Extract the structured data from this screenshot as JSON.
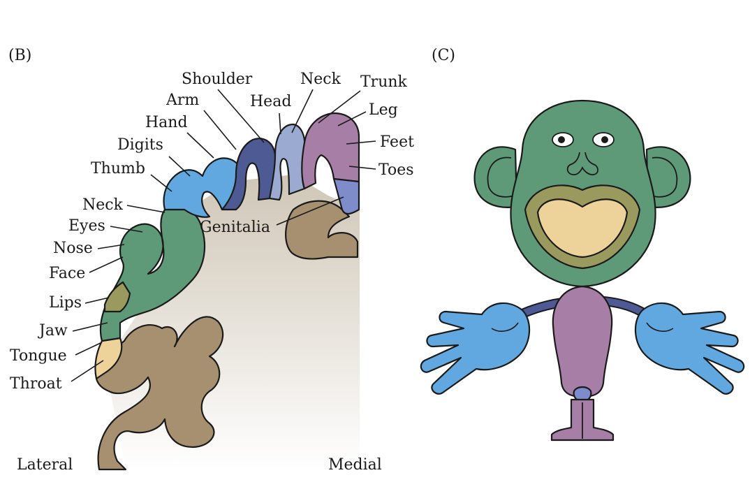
{
  "panels": {
    "b_label": "(B)",
    "c_label": "(C)"
  },
  "cortex_labels": {
    "shoulder": "Shoulder",
    "arm": "Arm",
    "hand": "Hand",
    "digits": "Digits",
    "thumb": "Thumb",
    "neck_upper": "Neck",
    "head": "Head",
    "neck_lower": "Neck",
    "trunk": "Trunk",
    "leg": "Leg",
    "feet": "Feet",
    "toes": "Toes",
    "genitalia": "Genitalia",
    "eyes": "Eyes",
    "nose": "Nose",
    "face": "Face",
    "lips": "Lips",
    "jaw": "Jaw",
    "tongue": "Tongue",
    "throat": "Throat"
  },
  "axis_labels": {
    "lateral": "Lateral",
    "medial": "Medial"
  },
  "colors": {
    "face_green": "#5e9a78",
    "hand_blue": "#62a8e0",
    "arm_navy": "#4d5a93",
    "head_lavender": "#9aaad0",
    "trunk_mauve": "#a77fa6",
    "toes_periwinkle": "#7f8ccc",
    "lips_olive": "#9a9a5e",
    "tongue_tan": "#edd39a",
    "cortex_brown": "#a69070",
    "white_matter": "#e8e2d8"
  }
}
